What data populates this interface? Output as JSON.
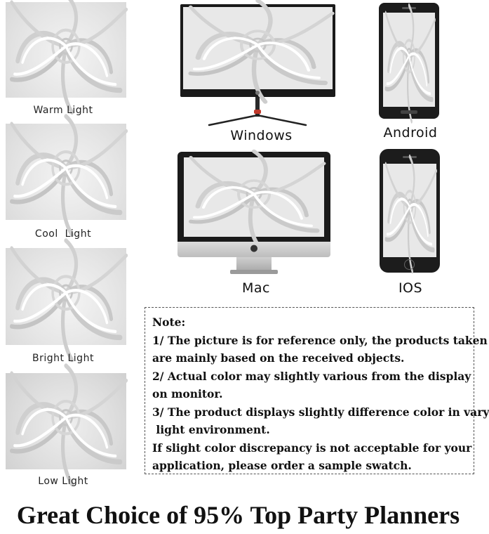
{
  "swatches": [
    {
      "label": "Warm Light"
    },
    {
      "label": "Cool  Light"
    },
    {
      "label": "Bright Light"
    },
    {
      "label": "Low Light"
    }
  ],
  "devices": {
    "windows": "Windows",
    "android": "Android",
    "mac": "Mac",
    "ios": "IOS"
  },
  "note": {
    "lines": [
      "Note:",
      "1/ The picture is for reference only, the products taken",
      "are mainly based on the received objects.",
      "2/ Actual color may slightly various from the display",
      "on monitor.",
      "3/ The product displays slightly difference color in vary",
      " light environment.",
      "If slight color discrepancy is not acceptable for your",
      "application, please order a sample swatch."
    ]
  },
  "headline": "Great Choice of 95% Top Party Planners"
}
